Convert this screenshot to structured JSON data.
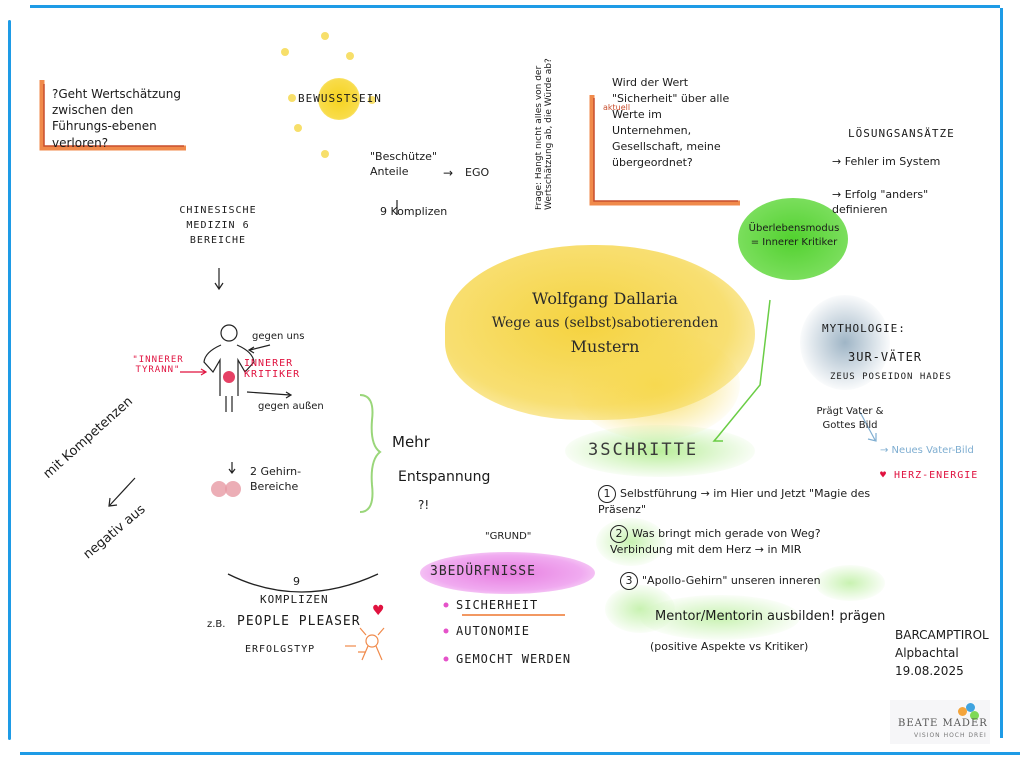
{
  "question_left": "?Geht Wertschätzung zwischen den Führungs-ebenen verloren?",
  "bewusstsein": "BEWUSSTSEIN",
  "beschutz_note": "\"Beschütze\" Anteile",
  "ego": "EGO",
  "komplizen_9": "9 Komplizen",
  "vertical_question": "Frage: Hängt nicht alles von der Wertschätzung ab, die Würde ab?",
  "aktuell_label": "aktuell",
  "center_question": "Wird der Wert \"Sicherheit\" über alle Werte im Unternehmen, Gesellschaft, meine übergeordnet?",
  "ueberlebensmodus": "Überlebensmodus = Innerer Kritiker",
  "loesungsansaetze": {
    "title": "LÖSUNGSANSÄTZE",
    "item1": "→ Fehler im System",
    "item2": "→ Erfolg \"anders\" definieren"
  },
  "chinesische_medizin": "CHINESISCHE MEDIZIN 6 BEREICHE",
  "title_blob": {
    "line1": "Wolfgang Dallaria",
    "line2": "Wege aus (selbst)sabotierenden",
    "line3": "Mustern"
  },
  "mythologie": {
    "title": "MYTHOLOGIE:",
    "line1": "3UR-VÄTER",
    "line2": "ZEUS  POSEIDON  HADES",
    "line3": "Prägt Vater & Gottes Bild",
    "neues": "→ Neues Vater-Bild",
    "herz": "♥ HERZ-ENERGIE"
  },
  "figure": {
    "gegen_uns": "gegen uns",
    "innerer_tyrann": "\"INNERER TYRANN\"",
    "innerer_kritiker": "INNERER KRITIKER",
    "gegen_aussen": "gegen außen"
  },
  "mehr": "Mehr",
  "entspannung": "Entspannung",
  "entspannung_q": "?!",
  "gehirn": "2 Gehirn-Bereiche",
  "mit_kompetenzen": "mit Kompetenzen",
  "negativ_aus": "negativ aus",
  "drei_schritte": {
    "title": "3SCHRITTE",
    "s1": "Selbstführung → im Hier und Jetzt \"Magie des Präsenz\"",
    "s2": "Was bringt mich gerade von Weg? Verbindung mit dem Herz → in MIR",
    "s3a": "\"Apollo-Gehirn\" unseren inneren",
    "s3b": "Mentor/Mentorin ausbilden! prägen",
    "s3c": "(positive Aspekte vs Kritiker)",
    "n1": "1",
    "n2": "2",
    "n3": "3"
  },
  "grund": "\"GRUND\"",
  "bed": {
    "title": "3BEDÜRFNISSE",
    "i1": "SICHERHEIT",
    "i2": "AUTONOMIE",
    "i3": "GEMOCHT WERDEN"
  },
  "komplizen_block": {
    "num": "9",
    "title": "KOMPLIZEN",
    "zb": "z.B.",
    "pp": "PEOPLE PLEASER",
    "erfolg": "ERFOLGSTYP"
  },
  "event": {
    "l1": "BARCAMPTIROL",
    "l2": "Alpbachtal",
    "l3": "19.08.2025"
  },
  "logo": {
    "name": "BEATE MADER",
    "tagline": "VISION HOCH DREI"
  },
  "colors": {
    "frame": "#1e9be6",
    "yellow": "#f7d84a",
    "green": "#7ed957",
    "pink": "#e0123f",
    "orange": "#f08a4b"
  }
}
